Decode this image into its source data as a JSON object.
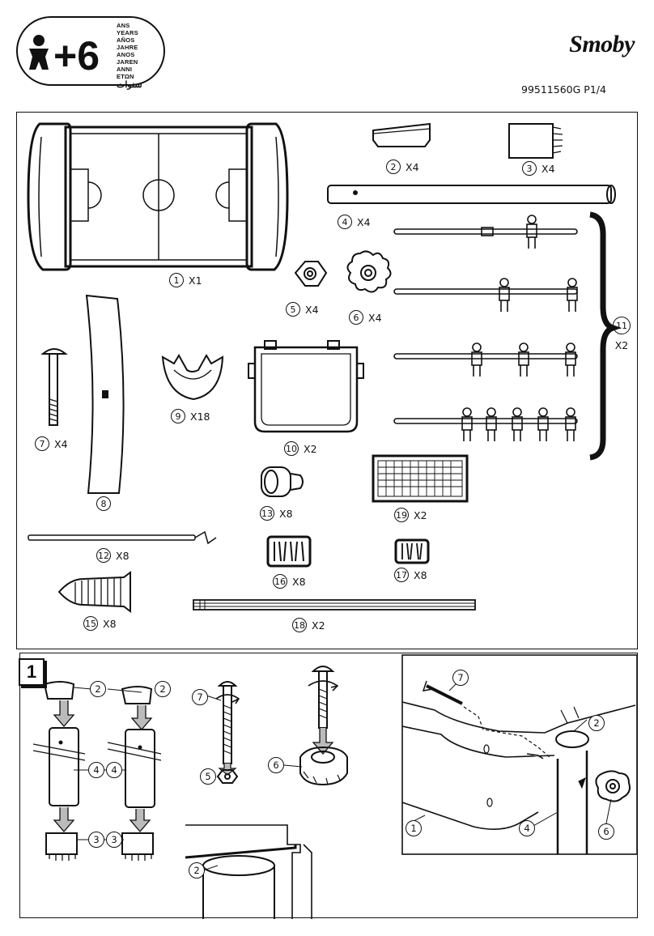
{
  "header": {
    "age": "+6",
    "age_words": [
      "ANS",
      "YEARS",
      "AÑOS",
      "JAHRE",
      "ANOS",
      "JAREN",
      "ANNI",
      "ΕΤΩΝ",
      "سنوات"
    ],
    "brand": "Smoby",
    "reference": "99511560G  P1/4"
  },
  "parts": [
    {
      "num": "1",
      "qty": "X1"
    },
    {
      "num": "2",
      "qty": "X4"
    },
    {
      "num": "3",
      "qty": "X4"
    },
    {
      "num": "4",
      "qty": "X4"
    },
    {
      "num": "5",
      "qty": "X4"
    },
    {
      "num": "6",
      "qty": "X4"
    },
    {
      "num": "7",
      "qty": "X4"
    },
    {
      "num": "8",
      "qty": ""
    },
    {
      "num": "9",
      "qty": "X18"
    },
    {
      "num": "10",
      "qty": "X2"
    },
    {
      "num": "11",
      "qty": "X2"
    },
    {
      "num": "12",
      "qty": "X8"
    },
    {
      "num": "13",
      "qty": "X8"
    },
    {
      "num": "15",
      "qty": "X8"
    },
    {
      "num": "16",
      "qty": "X8"
    },
    {
      "num": "17",
      "qty": "X8"
    },
    {
      "num": "18",
      "qty": "X2"
    },
    {
      "num": "19",
      "qty": "X2"
    }
  ],
  "step1": {
    "step_number": "1",
    "callouts": [
      "2",
      "2",
      "4",
      "4",
      "3",
      "3",
      "7",
      "5",
      "6",
      "2",
      "7",
      "2",
      "1",
      "4",
      "6"
    ]
  }
}
